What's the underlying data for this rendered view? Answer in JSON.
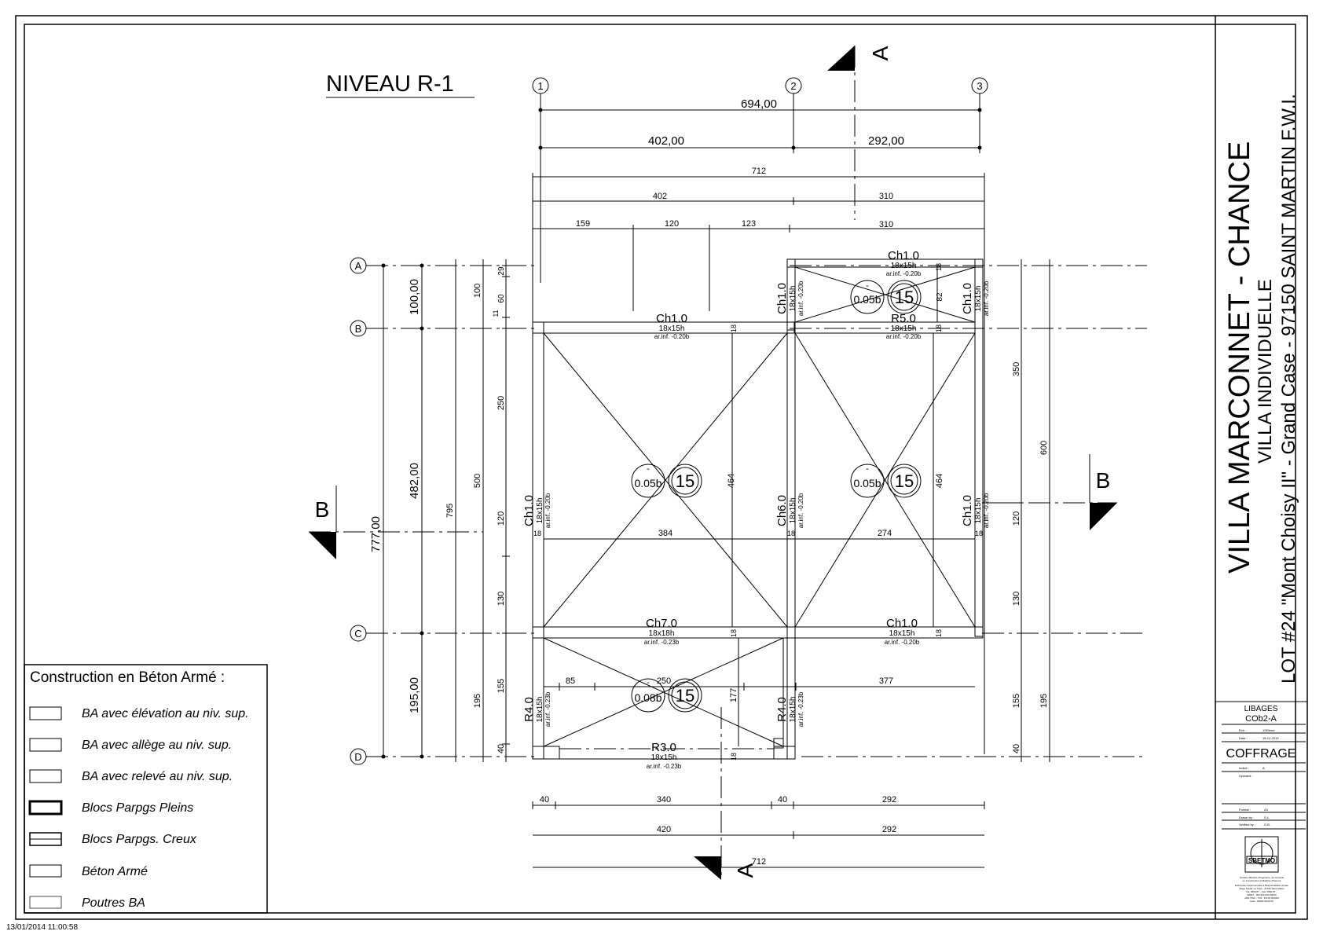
{
  "title": "NIVEAU R-1",
  "project": {
    "name": "VILLA MARCONNET - CHANCE",
    "type": "VILLA INDIVIDUELLE",
    "address": "LOT #24 \"Mont Choisy II\" - Grand Case - 97150 SAINT MARTIN F.W.I."
  },
  "title_block": {
    "section": "LIBAGES",
    "ref": "COb2-A",
    "scale_label": "Ech. :",
    "scale": "1/50ème",
    "date_label": "Date :",
    "date": "15-12-2013",
    "sheet": "COFFRAGE",
    "index_label": "Indice :",
    "index": "A",
    "updated_label": "Updated :",
    "format_label": "Format :",
    "format": "A3",
    "drawn_label": "Drawn by :",
    "drawn": "S.L.",
    "verified_label": "Verified by :",
    "verified": "G.B.",
    "logo": "SBETMO",
    "company_lines": [
      "Société d'Etudes d'Ingénierie, de Conseils",
      "en Construction et Maîtrise d'Oeuvre",
      "Entreprise Unipersonnelle à Responsabilité Limitée",
      "Siège Social: La Case - 97150 Saint Martin",
      "Tél: 0590 87 ..  Fax: 0590 87 ..",
      "SIRET : 000 000 000 00000",
      "APE 742C - TVA : FR 00 000000",
      "Cpte : 00000 00 00 00"
    ]
  },
  "timestamp": "13/01/2014 11:00:58",
  "legend": {
    "title": "Construction en Béton Armé :",
    "items": [
      {
        "label": "BA avec élévation au niv. sup."
      },
      {
        "label": "BA avec allège au niv. sup."
      },
      {
        "label": "BA avec relevé au niv. sup."
      },
      {
        "label": "Blocs Parpgs Pleins"
      },
      {
        "label": "Blocs Parpgs. Creux"
      },
      {
        "label": "Béton Armé"
      },
      {
        "label": "Poutres BA"
      }
    ]
  },
  "grid": {
    "columns": [
      "1",
      "2",
      "3"
    ],
    "rows": [
      "A",
      "B",
      "C",
      "D"
    ]
  },
  "section_marks": {
    "a": "A",
    "b": "B"
  },
  "dims": {
    "top_total": "694,00",
    "top_left": "402,00",
    "top_right": "292,00",
    "d712": "712",
    "d402": "402",
    "d310": "310",
    "d310b": "310",
    "d159": "159",
    "d120": "120",
    "d123": "123",
    "left_total": "777,00",
    "left_ab": "100,00",
    "left_bc": "482,00",
    "left_cd": "195,00",
    "l795": "795",
    "l100": "100",
    "l500": "500",
    "l195": "195",
    "l29": "29",
    "l60": "60",
    "l11": "11",
    "l250": "250",
    "l120": "120",
    "l130": "130",
    "l155": "155",
    "l40": "40",
    "r350": "350",
    "r600": "600",
    "r195": "195",
    "r120": "120",
    "r130": "130",
    "r155": "155",
    "r40": "40",
    "i464a": "464",
    "i464b": "464",
    "i384": "384",
    "i274": "274",
    "i82": "82",
    "i85": "85",
    "i250": "250",
    "i377": "377",
    "i177": "177",
    "i18": "18",
    "b40a": "40",
    "b340": "340",
    "b40b": "40",
    "b292": "292",
    "b420": "420",
    "b292b": "292",
    "b712": "712"
  },
  "beams": {
    "ch1_top": {
      "name": "Ch1.0",
      "size": "18x15h",
      "ar": "ar.inf. -0.20b"
    },
    "ch1_b": {
      "name": "Ch1.0",
      "size": "18x15h",
      "ar": "ar.inf. -0.20b"
    },
    "r5": {
      "name": "R5.0",
      "size": "18x15h",
      "ar": "ar.inf. -0.20b"
    },
    "ch1_v2": {
      "name": "Ch1.0",
      "size": "18x15h",
      "ar": "ar.inf. -0.20b"
    },
    "ch1_vr": {
      "name": "Ch1.0",
      "size": "18x15h",
      "ar": "ar.inf. -0.20b"
    },
    "ch1_left": {
      "name": "Ch1.0",
      "size": "18x15h",
      "ar": "ar.inf. -0.20b"
    },
    "ch6": {
      "name": "Ch6.0",
      "size": "18x15h",
      "ar": "ar.inf. -0.20b"
    },
    "ch1_right": {
      "name": "Ch1.0",
      "size": "18x15h",
      "ar": "ar.inf. -0.20b"
    },
    "ch7": {
      "name": "Ch7.0",
      "size": "18x18h",
      "ar": "ar.inf. -0.23b"
    },
    "ch1_c": {
      "name": "Ch1.0",
      "size": "18x15h",
      "ar": "ar.inf. -0.20b"
    },
    "r4_left": {
      "name": "R4.0",
      "size": "18x15h",
      "ar": "ar.inf. -0.23b"
    },
    "r4_mid": {
      "name": "R4.0",
      "size": "18x15h",
      "ar": "ar.inf. -0.23b"
    },
    "r3": {
      "name": "R3.0",
      "size": "18x15h",
      "ar": "ar.inf. -0.23b"
    }
  },
  "slabs": [
    {
      "level": "0.05b",
      "thick": "15",
      "sign": "-"
    },
    {
      "level": "0.05b",
      "thick": "15",
      "sign": "-"
    },
    {
      "level": "0.05b",
      "thick": "15",
      "sign": "-"
    },
    {
      "level": "0.08b",
      "thick": "15",
      "sign": "-"
    }
  ]
}
